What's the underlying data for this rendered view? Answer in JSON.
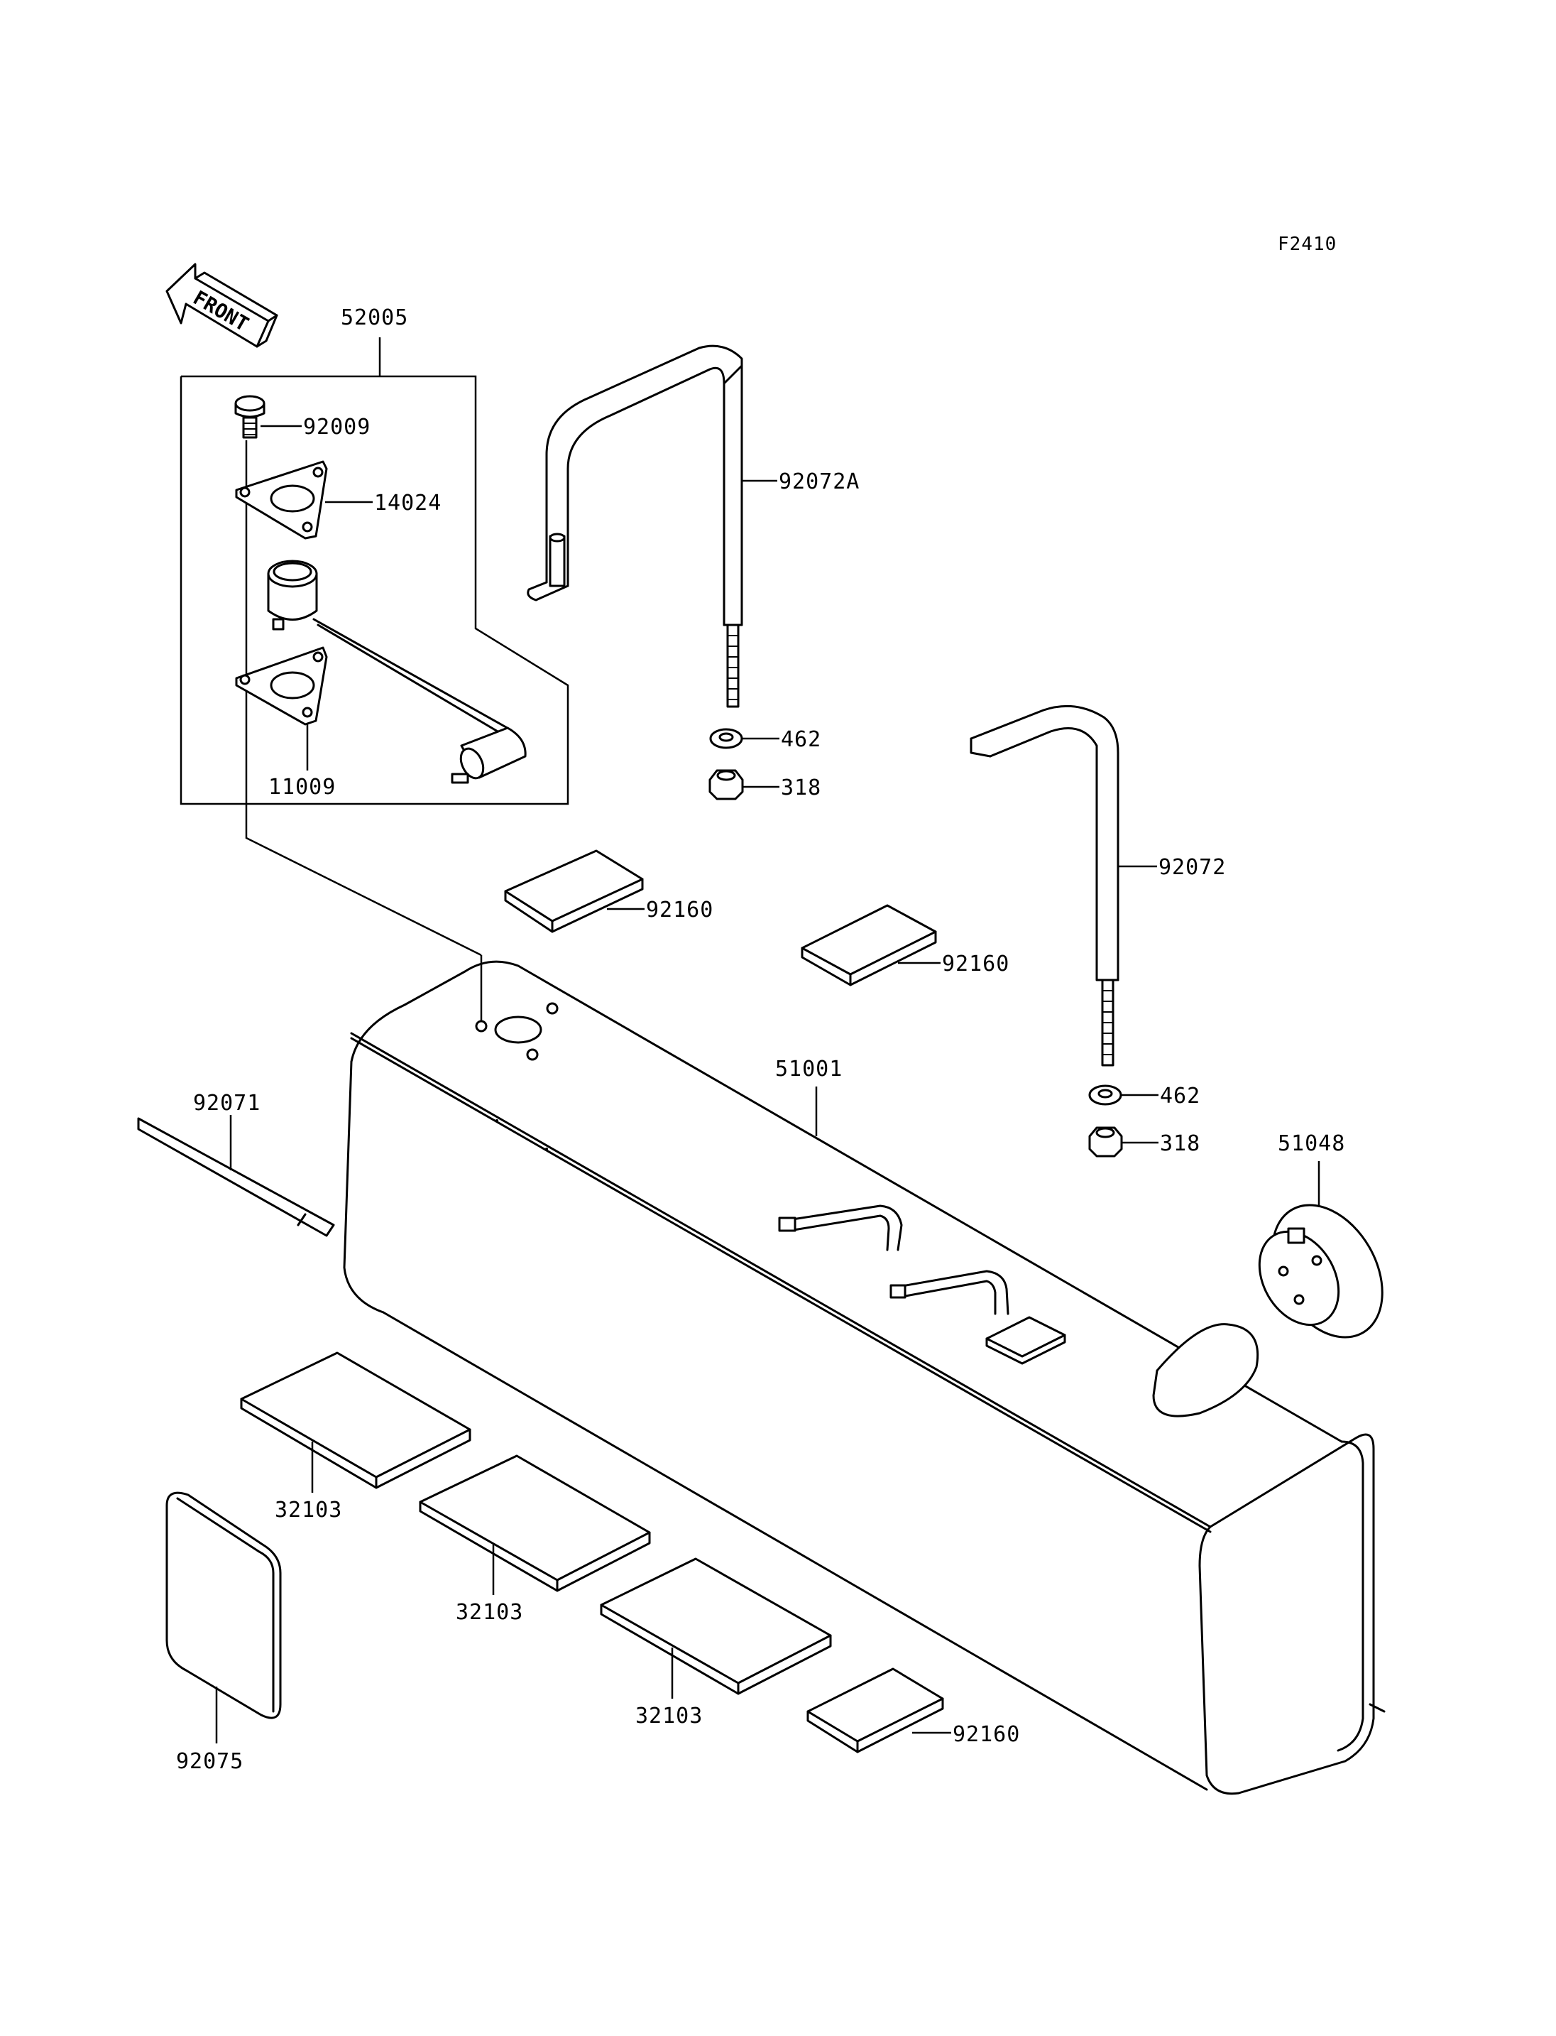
{
  "diagram_code": "F2410",
  "front_label": "FRONT",
  "callouts": {
    "assembly_52005": "52005",
    "screw_92009": "92009",
    "gasket_14024": "14024",
    "gasket_11009": "11009",
    "band_92072A": "92072A",
    "washer_462_upper": "462",
    "nut_318_upper": "318",
    "pad_92160_a": "92160",
    "pad_92160_b": "92160",
    "band_92072": "92072",
    "tank_51001": "51001",
    "strip_92071": "92071",
    "washer_462_lower": "462",
    "nut_318_lower": "318",
    "cap_51048": "51048",
    "pad_32103_a": "32103",
    "pad_32103_b": "32103",
    "pad_32103_c": "32103",
    "pad_92160_c": "92160",
    "pad_92075": "92075"
  }
}
